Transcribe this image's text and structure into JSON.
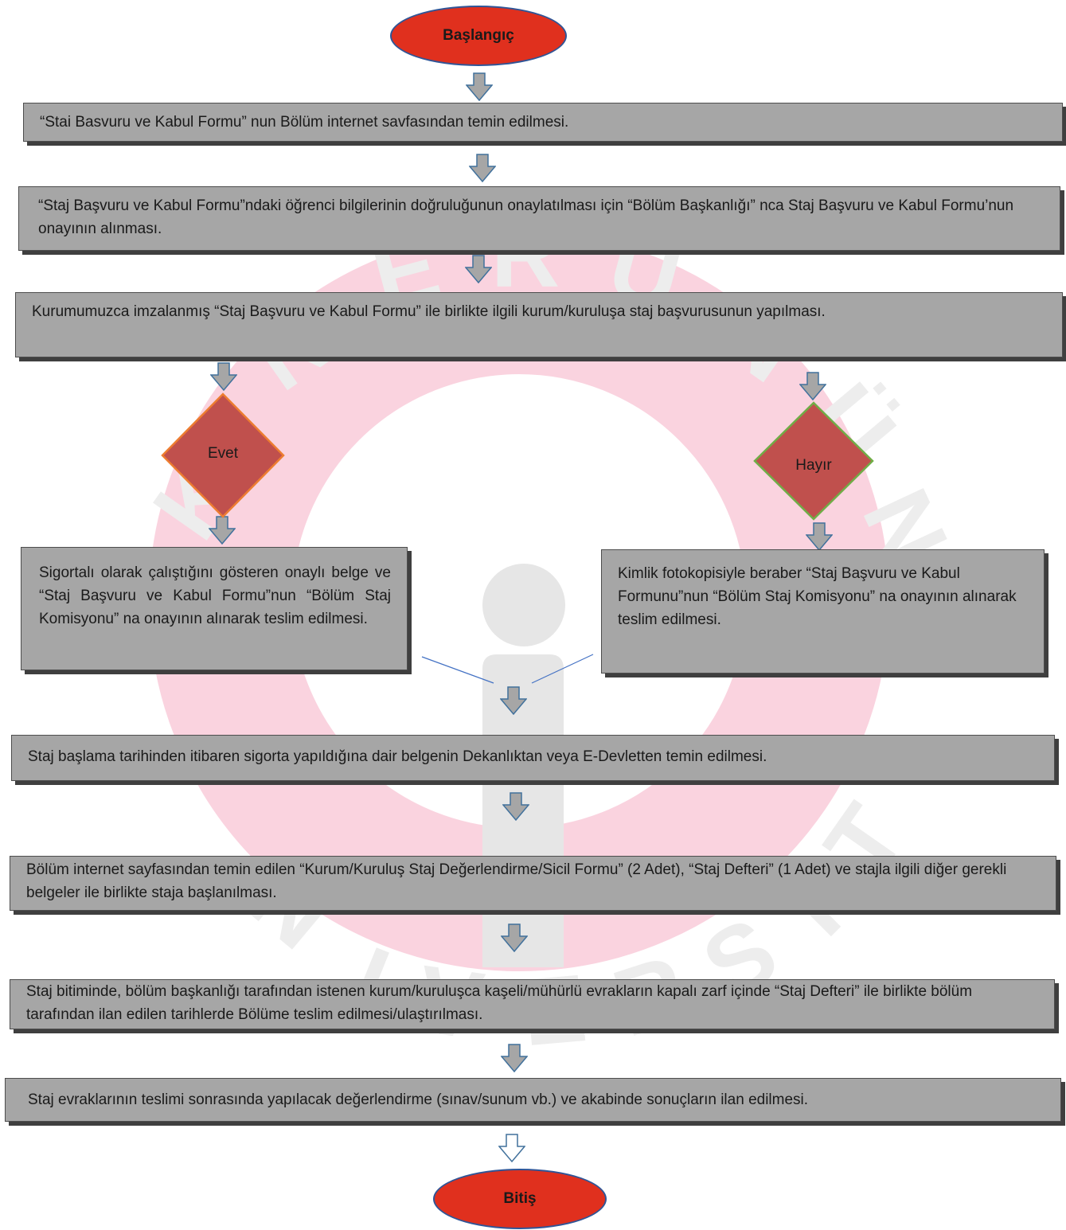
{
  "start": {
    "label": "Başlangıç"
  },
  "end": {
    "label": "Bitiş"
  },
  "steps": [
    "“Stai Basvuru ve Kabul Formu” nun Bölüm internet savfasından temin edilmesi.",
    "“Staj Başvuru ve Kabul Formu”ndaki öğrenci bilgilerinin doğruluğunun onaylatılması için “Bölüm Başkanlığı” nca Staj Başvuru ve Kabul Formu’nun onayının alınması.",
    "Kurumumuzca imzalanmış “Staj Başvuru ve Kabul Formu”  ile birlikte ilgili kurum/kuruluşa staj başvurusunun yapılması.",
    "Staj başlama tarihinden itibaren sigorta yapıldığına dair belgenin Dekanlıktan veya E-Devletten temin edilmesi.",
    "Bölüm internet sayfasından temin edilen “Kurum/Kuruluş Staj Değerlendirme/Sicil Formu” (2 Adet), “Staj Defteri” (1 Adet) ve stajla ilgili diğer gerekli belgeler ile birlikte staja başlanılması.",
    "Staj bitiminde, bölüm başkanlığı tarafından istenen kurum/kuruluşca kaşeli/mühürlü evrakların kapalı zarf içinde “Staj Defteri” ile birlikte bölüm tarafından ilan edilen tarihlerde Bölüme teslim edilmesi/ulaştırılması.",
    "Staj evraklarının teslimi sonrasında yapılacak değerlendirme (sınav/sunum vb.) ve akabinde sonuçların ilan edilmesi."
  ],
  "decisions": {
    "yes": "Evet",
    "no": "Hayır"
  },
  "branches": {
    "yes": " Sigortalı olarak çalıştığını gösteren onaylı belge ve “Staj Başvuru ve Kabul Formu”nun “Bölüm Staj Komisyonu” na onayının alınarak teslim edilmesi.",
    "no": "Kimlik fotokopisiyle beraber  “Staj Başvuru ve Kabul Formunu”nun “Bölüm Staj Komisyonu” na onayının alınarak teslim edilmesi."
  },
  "colors": {
    "box": "#a6a6a6",
    "terminal": "#e0301e",
    "diamond": "#c0504d",
    "arrow": "#a6a6a6",
    "watermark_ring": "#fad3df",
    "watermark_letters": "#ededed"
  }
}
